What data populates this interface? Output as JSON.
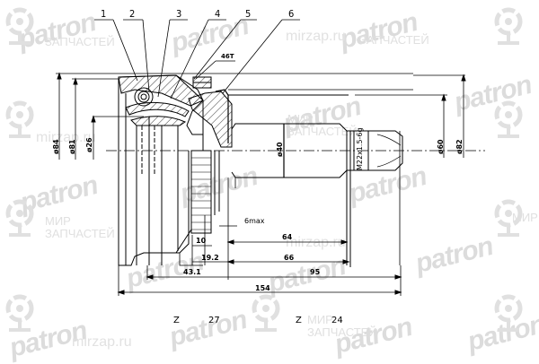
{
  "drawing": {
    "subject": "CV joint outer (technical drawing)",
    "line_color": "#000000",
    "background": "#ffffff",
    "watermark_color": "#d9d9d9"
  },
  "callouts": [
    {
      "num": "1"
    },
    {
      "num": "2"
    },
    {
      "num": "3"
    },
    {
      "num": "4"
    },
    {
      "num": "5"
    },
    {
      "num": "6"
    }
  ],
  "annotations": {
    "seal_ring": "46T",
    "abs_gap": "6max"
  },
  "dimensions": {
    "diameters": {
      "outer_housing": "ø84",
      "housing_flange": "ø81",
      "inner_bore": "ø26",
      "shaft": "ø40",
      "thread": "M22x1.5-6g",
      "hub_seat": "ø60",
      "hub_outer": "ø82"
    },
    "lengths": {
      "abs_ring_width": "10",
      "abs_offset": "19.2",
      "housing_to_center": "43.1",
      "shaft_64": "64",
      "shaft_66": "66",
      "shaft_95": "95",
      "overall": "154"
    }
  },
  "teeth_counts": [
    {
      "prefix": "Z",
      "value": "27"
    },
    {
      "prefix": "Z",
      "value": "24"
    }
  ],
  "watermarks": {
    "brand": "patron",
    "ru_line1": "МИР",
    "ru_line2": "ЗАПЧАСТЕЙ",
    "url": "mirzap.ru"
  }
}
